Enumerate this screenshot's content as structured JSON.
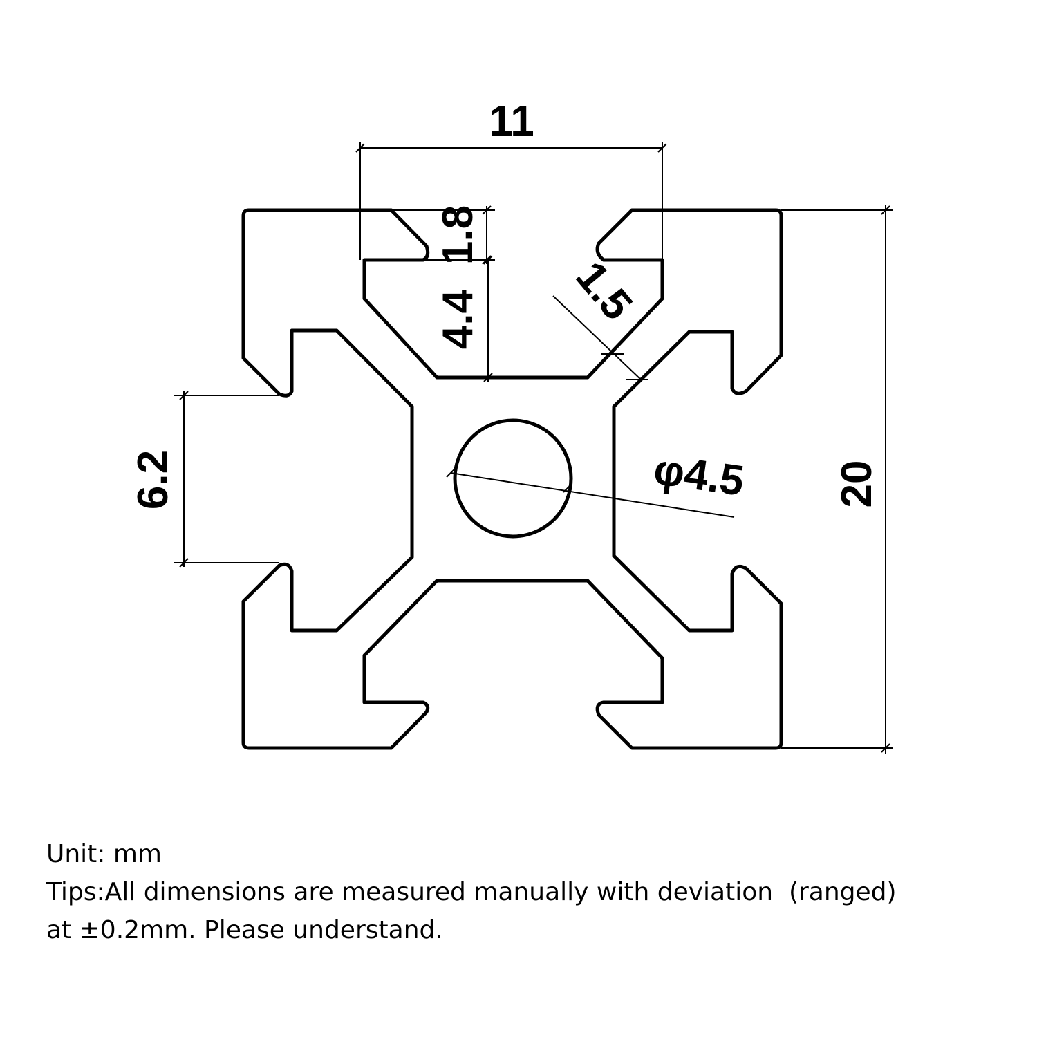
{
  "diagram": {
    "dimensions": {
      "slot_width": "11",
      "lip_thickness": "1.8",
      "slot_depth": "4.4",
      "wall_thickness": "1.5",
      "bore_diameter": "φ4.5",
      "slot_opening": "6.2",
      "profile_size": "20"
    }
  },
  "notes": {
    "unit": "Unit: mm",
    "tips_line1": "Tips:All dimensions are measured manually with deviation  (ranged)",
    "tips_line2": "at ±0.2mm. Please understand."
  }
}
